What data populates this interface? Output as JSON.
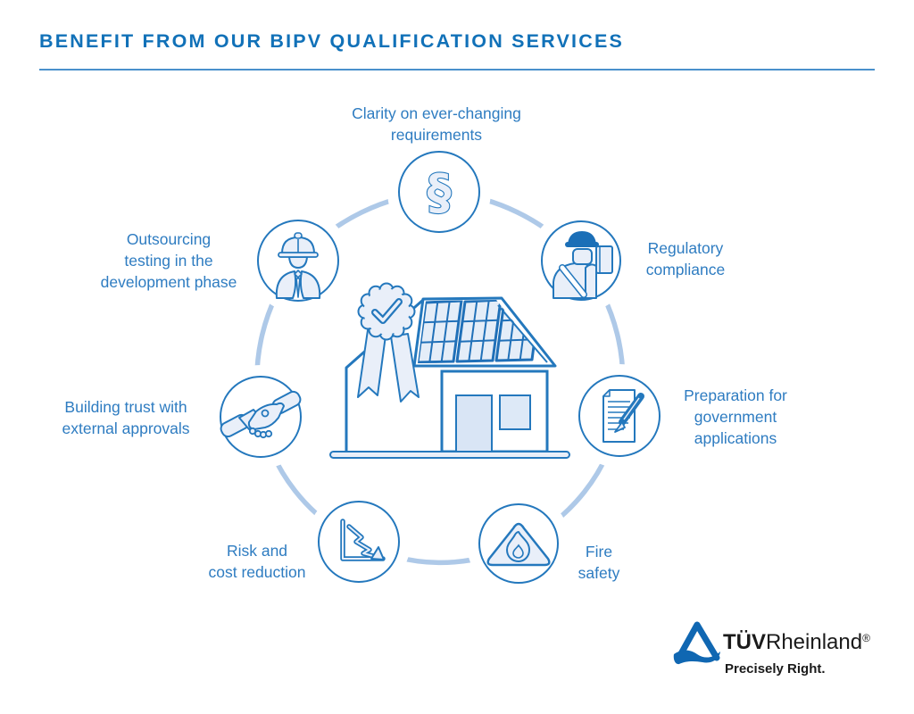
{
  "header": {
    "title": "BENEFIT FROM OUR BIPV QUALIFICATION SERVICES"
  },
  "diagram": {
    "center_icon": "bipv-house-with-solar-panels-and-certificate-badge",
    "benefits": [
      {
        "icon": "section-sign-icon",
        "glyph": "§",
        "label_lines": [
          "Clarity on ever-changing",
          "requirements"
        ]
      },
      {
        "icon": "inspector-icon",
        "label_lines": [
          "Regulatory",
          "compliance"
        ]
      },
      {
        "icon": "document-pencil-icon",
        "label_lines": [
          "Preparation for",
          "government",
          "applications"
        ]
      },
      {
        "icon": "fire-warning-icon",
        "label_lines": [
          "Fire",
          "safety"
        ]
      },
      {
        "icon": "declining-chart-icon",
        "label_lines": [
          "Risk and",
          "cost reduction"
        ]
      },
      {
        "icon": "handshake-icon",
        "label_lines": [
          "Building trust with",
          "external approvals"
        ]
      },
      {
        "icon": "engineer-icon",
        "label_lines": [
          "Outsourcing",
          "testing in the",
          "development phase"
        ]
      }
    ]
  },
  "logo": {
    "brand_bold": "TÜV",
    "brand_regular": "Rheinland",
    "registered_mark": "®",
    "tagline": "Precisely Right."
  },
  "colors": {
    "title_blue": "#1171b8",
    "label_blue": "#2e7cc1",
    "icon_stroke_blue": "#2478bd",
    "icon_light_fill": "#e9eff9",
    "ring_light_blue": "#aec9e8",
    "panel_blue": "#2070b8",
    "logo_triangle_blue": "#1067b2",
    "logo_text_black": "#1a1a1a"
  }
}
